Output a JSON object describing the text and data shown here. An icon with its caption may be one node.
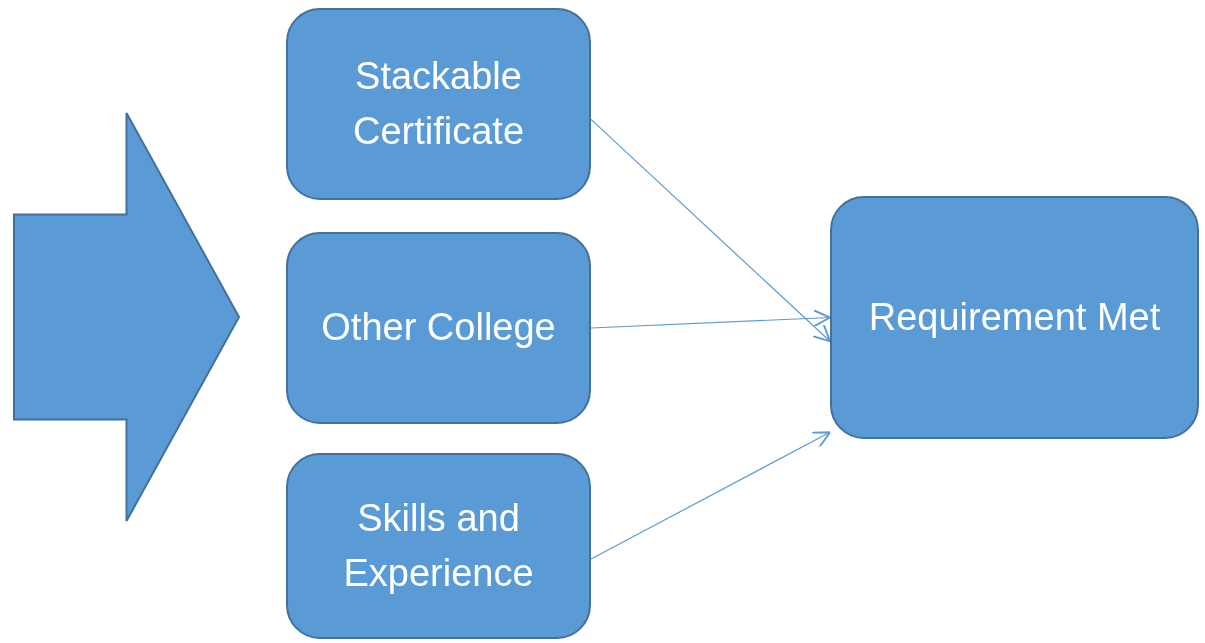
{
  "diagram": {
    "nodes": [
      {
        "text": [],
        "shape": "arrow"
      },
      {
        "text": [
          "Stackable Certificate"
        ]
      },
      {
        "text": [
          "Other College"
        ]
      },
      {
        "text": [
          "Skills and Experience"
        ]
      },
      {
        "text": [
          "Requirement Met"
        ]
      }
    ],
    "edges": [
      {
        "from": 1,
        "to": 4,
        "arrow": "to"
      },
      {
        "from": 2,
        "to": 4,
        "arrow": "to"
      },
      {
        "from": 3,
        "to": 4,
        "arrow": "to"
      }
    ]
  }
}
